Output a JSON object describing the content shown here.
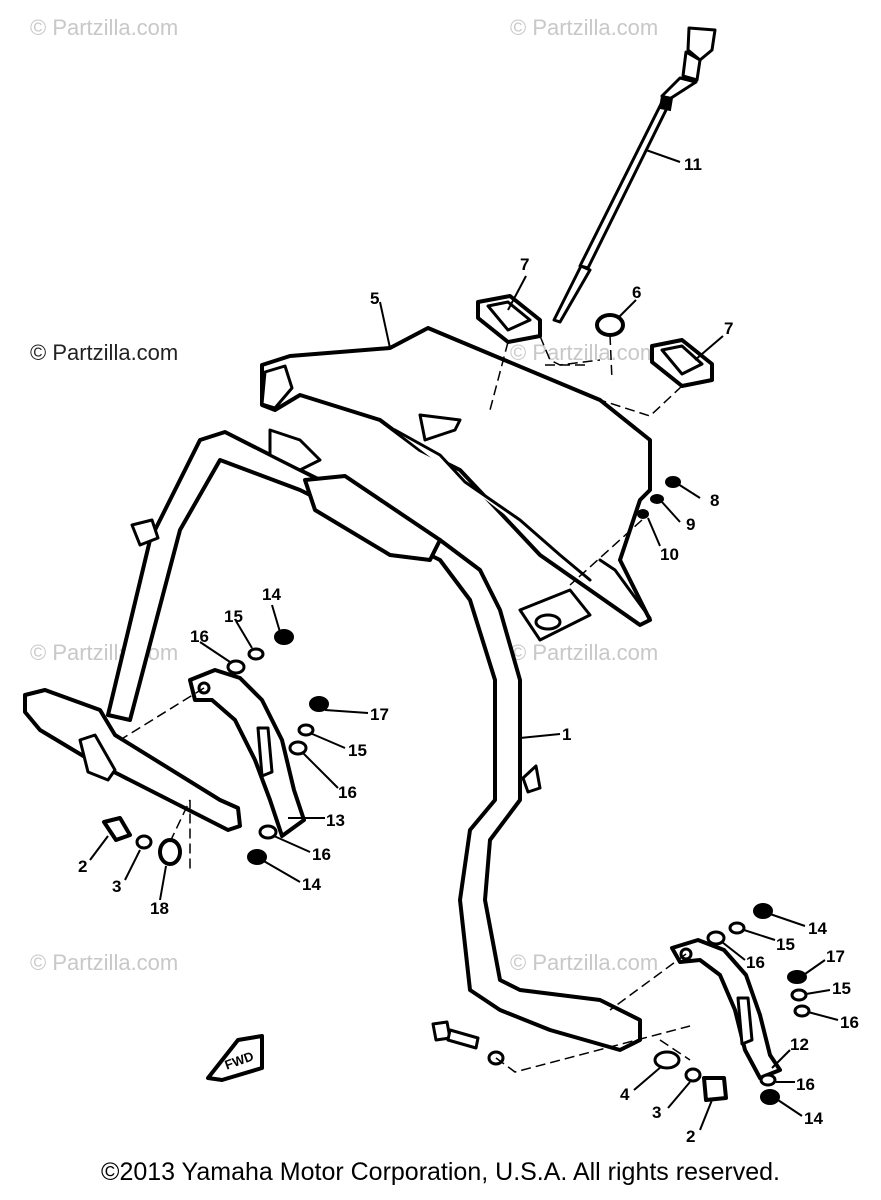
{
  "watermarks": [
    "© Partzilla.com",
    "© Partzilla.com",
    "© Partzilla.com",
    "© Partzilla.com",
    "© Partzilla.com",
    "© Partzilla.com",
    "© Partzilla.com",
    "© Partzilla.com"
  ],
  "direction_label": "FWD",
  "callouts": [
    "11",
    "7",
    "6",
    "7",
    "5",
    "8",
    "9",
    "10",
    "1",
    "14",
    "15",
    "16",
    "17",
    "15",
    "16",
    "13",
    "16",
    "14",
    "2",
    "3",
    "18",
    "14",
    "15",
    "16",
    "17",
    "15",
    "16",
    "12",
    "16",
    "14",
    "4",
    "3",
    "2"
  ],
  "copyright": "©2013 Yamaha Motor Corporation, U.S.A. All rights reserved."
}
